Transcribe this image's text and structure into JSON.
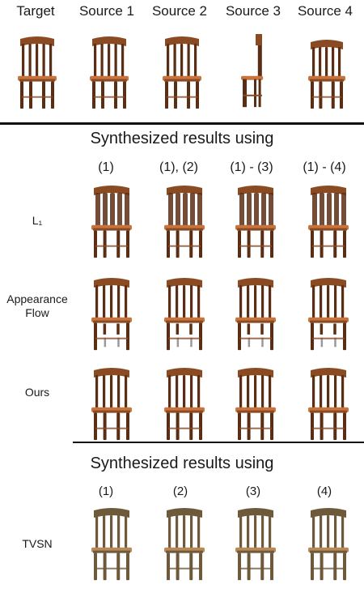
{
  "header_labels": [
    "Target",
    "Source 1",
    "Source 2",
    "Source 3",
    "Source 4"
  ],
  "section1": {
    "title": "Synthesized results using",
    "columns": [
      "(1)",
      "(1), (2)",
      "(1) - (3)",
      "(1) - (4)"
    ],
    "rows": [
      {
        "label": "L₁"
      },
      {
        "label_line1": "Appearance",
        "label_line2": "Flow"
      },
      {
        "label": "Ours"
      }
    ]
  },
  "section2": {
    "title": "Synthesized results using",
    "columns": [
      "(1)",
      "(2)",
      "(3)",
      "(4)"
    ],
    "rows": [
      {
        "label": "TVSN"
      }
    ]
  },
  "colors": {
    "wood_dark": "#5a2e14",
    "wood_mid": "#8a4a22",
    "wood_light": "#b9683a",
    "seat": "#c8743f",
    "tvsn_wood": "#6e5a3a",
    "tvsn_seat": "#b88a5a"
  }
}
